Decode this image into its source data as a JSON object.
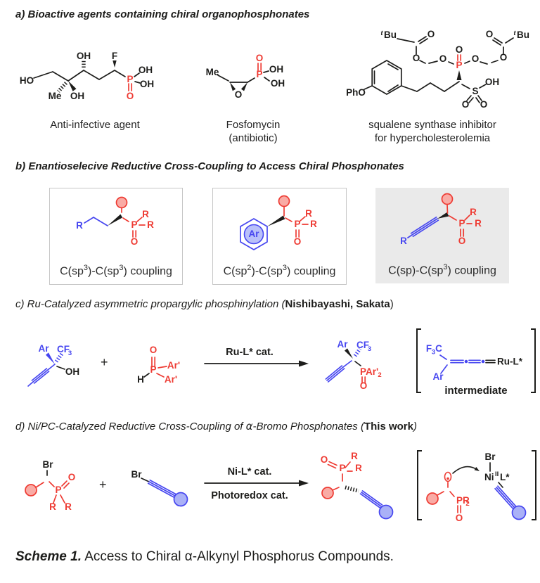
{
  "colors": {
    "red": "#ee3b33",
    "blue": "#4646f0",
    "red_fill": "#f9aba5",
    "blue_fill": "#aab1f7",
    "ar_fill": "#b9c0fa",
    "box_gray": "#eaeaea",
    "box_border": "#c6c6c6",
    "text": "#1d1d1b"
  },
  "headings": {
    "a": "a) Bioactive agents containing chiral organophosphonates",
    "b": "b) Enantioselecive Reductive Cross-Coupling to Access Chiral Phosphonates",
    "c_pre": "c) Ru-Catalyzed asymmetric propargylic phosphinylation (",
    "c_bold": "Nishibayashi, Sakata",
    "c_post": ")",
    "d_pre": "d) Ni/PC-Catalyzed Reductive Cross-Coupling of ",
    "d_alpha": "α",
    "d_mid": "-Bromo Phosphonates (",
    "d_bold": "This work",
    "d_post": ")"
  },
  "section_a": {
    "labels": {
      "anti": "Anti-infective agent",
      "fosfo1": "Fosfomycin",
      "fosfo2": "(antibiotic)",
      "squal1": "squalene synthase inhibitor",
      "squal2": "for hypercholesterolemia"
    }
  },
  "section_b": {
    "box1": {
      "parts": [
        "C(sp",
        "3",
        ")-C(sp",
        "3",
        ") coupling"
      ]
    },
    "box2": {
      "parts": [
        "C(sp",
        "2",
        ")-C(sp",
        "3",
        ") coupling"
      ]
    },
    "box3": {
      "parts": [
        "C(sp)-C(sp",
        "3",
        ") coupling"
      ]
    }
  },
  "section_c": {
    "plus": "+",
    "arrow_label": "Ru-L* cat.",
    "intermediate_label": "intermediate"
  },
  "section_d": {
    "plus": "+",
    "arrow_top": "Ni-L* cat.",
    "arrow_bottom": "Photoredox cat."
  },
  "atoms": {
    "HO": "HO",
    "OH": "OH",
    "O": "O",
    "Me": "Me",
    "F": "F",
    "P": "P",
    "S": "S",
    "R": "R",
    "Ar": "Ar",
    "Arp": "Ar'",
    "H": "H",
    "Br": "Br",
    "PhO": "PhO",
    "tBu_t": "t",
    "tBu_Bu": "Bu",
    "CF": "CF",
    "C": "C",
    "RuL": "Ru-L*",
    "Ni": "Ni",
    "NiII": "II",
    "Lstar": "L*",
    "PArp": "PAr'",
    "PR": "PR",
    "s2": "2",
    "s3": "3"
  },
  "caption": {
    "bold": "Scheme 1.",
    "rest": " Access to Chiral α-Alkynyl Phosphorus Compounds."
  }
}
